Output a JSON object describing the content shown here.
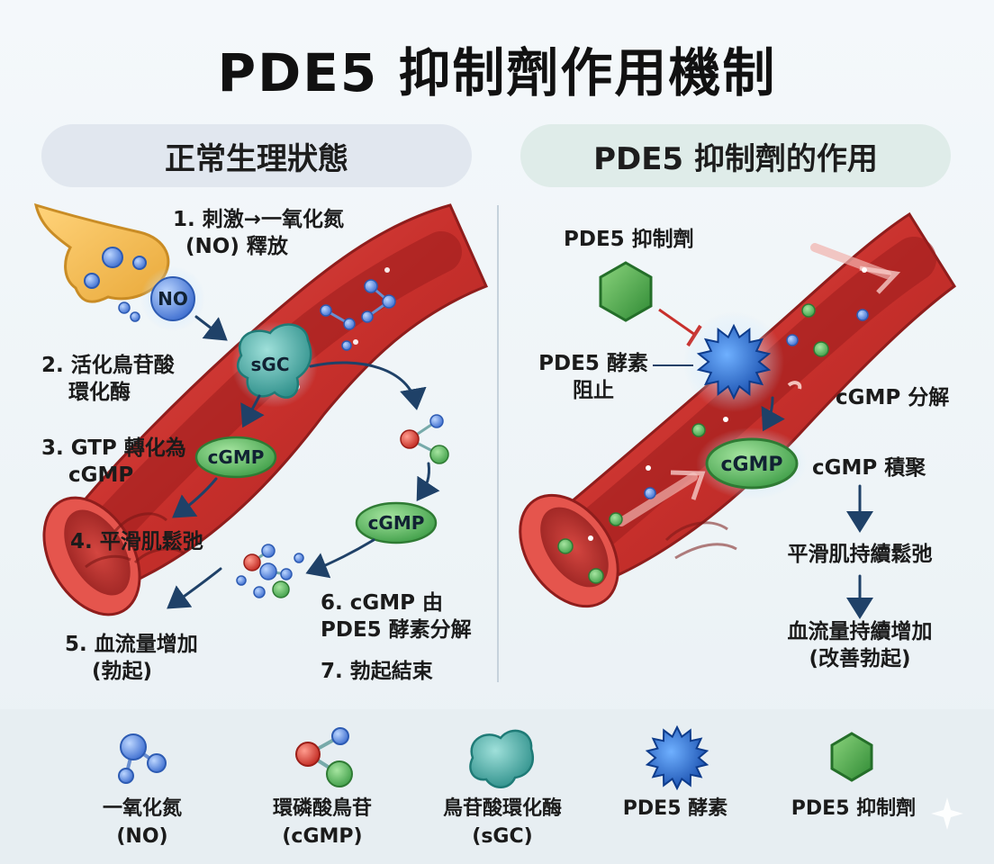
{
  "title": "PDE5 抑制劑作用機制",
  "left_panel": {
    "heading": "正常生理狀態",
    "steps": {
      "s1": [
        "1. 刺激→一氧化氮",
        "(NO) 釋放"
      ],
      "s2": [
        "2. 活化鳥苷酸",
        "環化酶"
      ],
      "s3": [
        "3. GTP 轉化為",
        "cGMP"
      ],
      "s4": "4. 平滑肌鬆弛",
      "s5": [
        "5. 血流量增加",
        "(勃起)"
      ],
      "s6": [
        "6. cGMP 由",
        "PDE5 酵素分解"
      ],
      "s7": "7. 勃起結束"
    },
    "molecule_labels": {
      "no": "NO",
      "sgc": "sGC",
      "cgmp_1": "cGMP",
      "cgmp_2": "cGMP"
    }
  },
  "right_panel": {
    "heading": "PDE5 抑制劑的作用",
    "inhibitor_label": "PDE5 抑制劑",
    "enzyme_label": [
      "PDE5 酵素",
      "阻止"
    ],
    "breakdown_label": "cGMP 分解",
    "cgmp_label": "cGMP",
    "accumulate_label": "cGMP 積聚",
    "relax_label": "平滑肌持續鬆弛",
    "blood_label": [
      "血流量持續增加",
      "(改善勃起)"
    ]
  },
  "legend": [
    {
      "icon": "no-molecule-icon",
      "name": "一氧化氮",
      "abbr": "(NO)"
    },
    {
      "icon": "cgmp-molecule-icon",
      "name": "環磷酸鳥苷",
      "abbr": "(cGMP)"
    },
    {
      "icon": "sgc-enzyme-icon",
      "name": "鳥苷酸環化酶",
      "abbr": "(sGC)"
    },
    {
      "icon": "pde5-enzyme-icon",
      "name": "PDE5 酵素",
      "abbr": ""
    },
    {
      "icon": "pde5-inhibitor-icon",
      "name": "PDE5 抑制劑",
      "abbr": ""
    }
  ],
  "colors": {
    "vessel": "#c8302c",
    "vessel_dark": "#8f1d1c",
    "vessel_inner": "#a8211f",
    "cgmp_green": "#4cae54",
    "sgc_teal": "#3fa7a2",
    "pde5_blue": "#1f63c4",
    "inhibitor_green": "#3a9a3e",
    "no_blue": "#5c8fe0",
    "arrow": "#1f4168",
    "inhibit_red": "#c8302c"
  }
}
